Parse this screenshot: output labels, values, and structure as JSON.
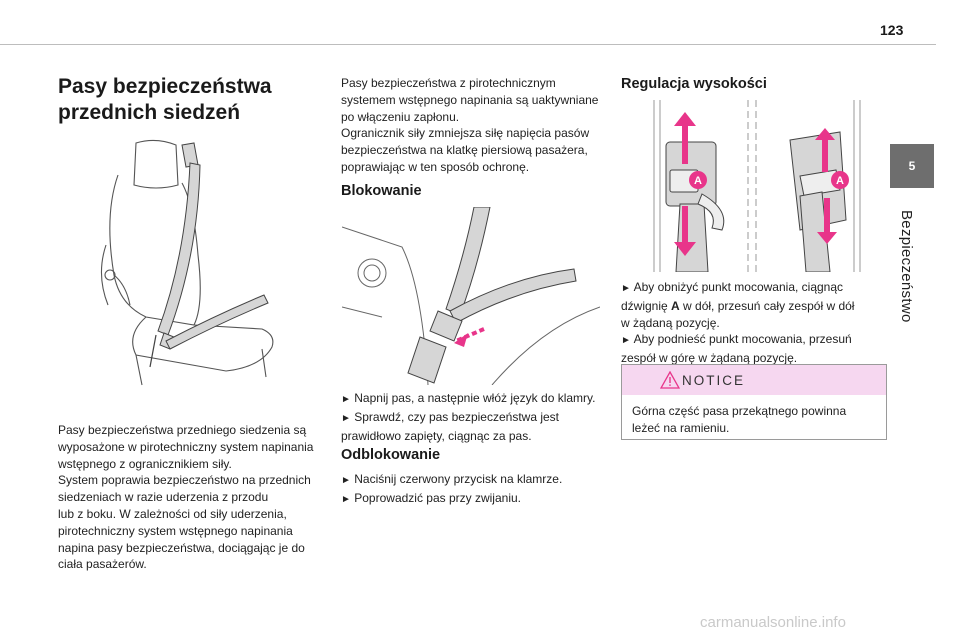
{
  "header": {
    "page_number": "123"
  },
  "side_tab": {
    "number": "5",
    "label": "Bezpieczeństwo"
  },
  "col1": {
    "title_lines": [
      "Pasy bezpieczeństwa",
      "przednich siedzeń"
    ],
    "body_lines": [
      "Pasy bezpieczeństwa przedniego siedzenia są",
      "wyposażone w pirotechniczny system napinania",
      "wstępnego z ogranicznikiem siły.",
      "System poprawia bezpieczeństwo na przednich",
      "siedzeniach w razie uderzenia z przodu",
      "lub z boku. W zależności od siły uderzenia,",
      "pirotechniczny system wstępnego napinania",
      "napina pasy bezpieczeństwa, dociągając je do",
      "ciała pasażerów."
    ]
  },
  "col2": {
    "intro_lines": [
      "Pasy bezpieczeństwa z pirotechnicznym",
      "systemem wstępnego napinania są uaktywniane",
      "po włączeniu zapłonu.",
      "Ogranicznik siły zmniejsza siłę napięcia pasów",
      "bezpieczeństwa na klatkę piersiową pasażera,",
      "poprawiając w ten sposób ochronę."
    ],
    "lock_heading": "Blokowanie",
    "lock_lines": [
      "Napnij pas, a następnie włóż język do klamry.",
      "Sprawdź, czy pas bezpieczeństwa jest",
      "prawidłowo zapięty, ciągnąc za pas."
    ],
    "unlock_heading": "Odblokowanie",
    "unlock_lines": [
      "Naciśnij czerwony przycisk na klamrze.",
      "Poprowadzić pas przy zwijaniu."
    ],
    "bullet": "►"
  },
  "col3": {
    "heading": "Regulacja wysokości",
    "marker_label": "A",
    "line1_pre": "Aby obniżyć punkt mocowania, ciągnąc",
    "line2_pre": "dźwignię ",
    "line2_bold": "A",
    "line2_post": " w dół, przesuń cały zespół w dół",
    "line3": "w żądaną pozycję.",
    "line4": "Aby podnieść punkt mocowania, przesuń",
    "line5": "zespół w górę w żądaną pozycję."
  },
  "notice": {
    "title": "NOTICE",
    "lines": [
      "Górna część pasa przekątnego powinna",
      "leżeć na ramieniu."
    ]
  },
  "watermark": "carmanualsonline.info",
  "colors": {
    "accent_pink": "#e8358a",
    "notice_header": "#f6d7f0",
    "side_tab": "#6e6e6e"
  }
}
